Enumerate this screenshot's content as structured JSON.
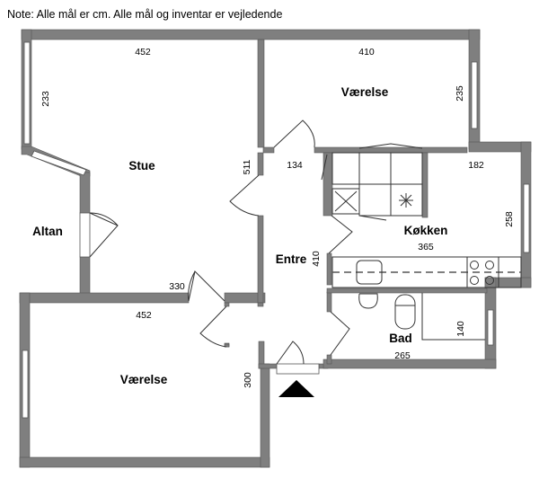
{
  "note": "Note: Alle mål er cm. Alle mål og inventar er vejledende",
  "rooms": {
    "stue": "Stue",
    "altan": "Altan",
    "vaerelse_top": "Værelse",
    "vaerelse_bottom": "Værelse",
    "entre": "Entre",
    "koekken": "Køkken",
    "bad": "Bad"
  },
  "dimensions": {
    "stue_width": "452",
    "stue_window": "233",
    "stue_depth": "511",
    "stue_bottom": "330",
    "vaerelse_top_width": "410",
    "vaerelse_top_depth": "235",
    "entre_width": "134",
    "entre_depth": "410",
    "koekken_top": "182",
    "koekken_width": "365",
    "koekken_depth": "258",
    "vaerelse_bottom_width": "452",
    "vaerelse_bottom_depth": "300",
    "bad_width": "265",
    "bad_depth": "140"
  },
  "colors": {
    "wall": "#7f7f7f"
  }
}
